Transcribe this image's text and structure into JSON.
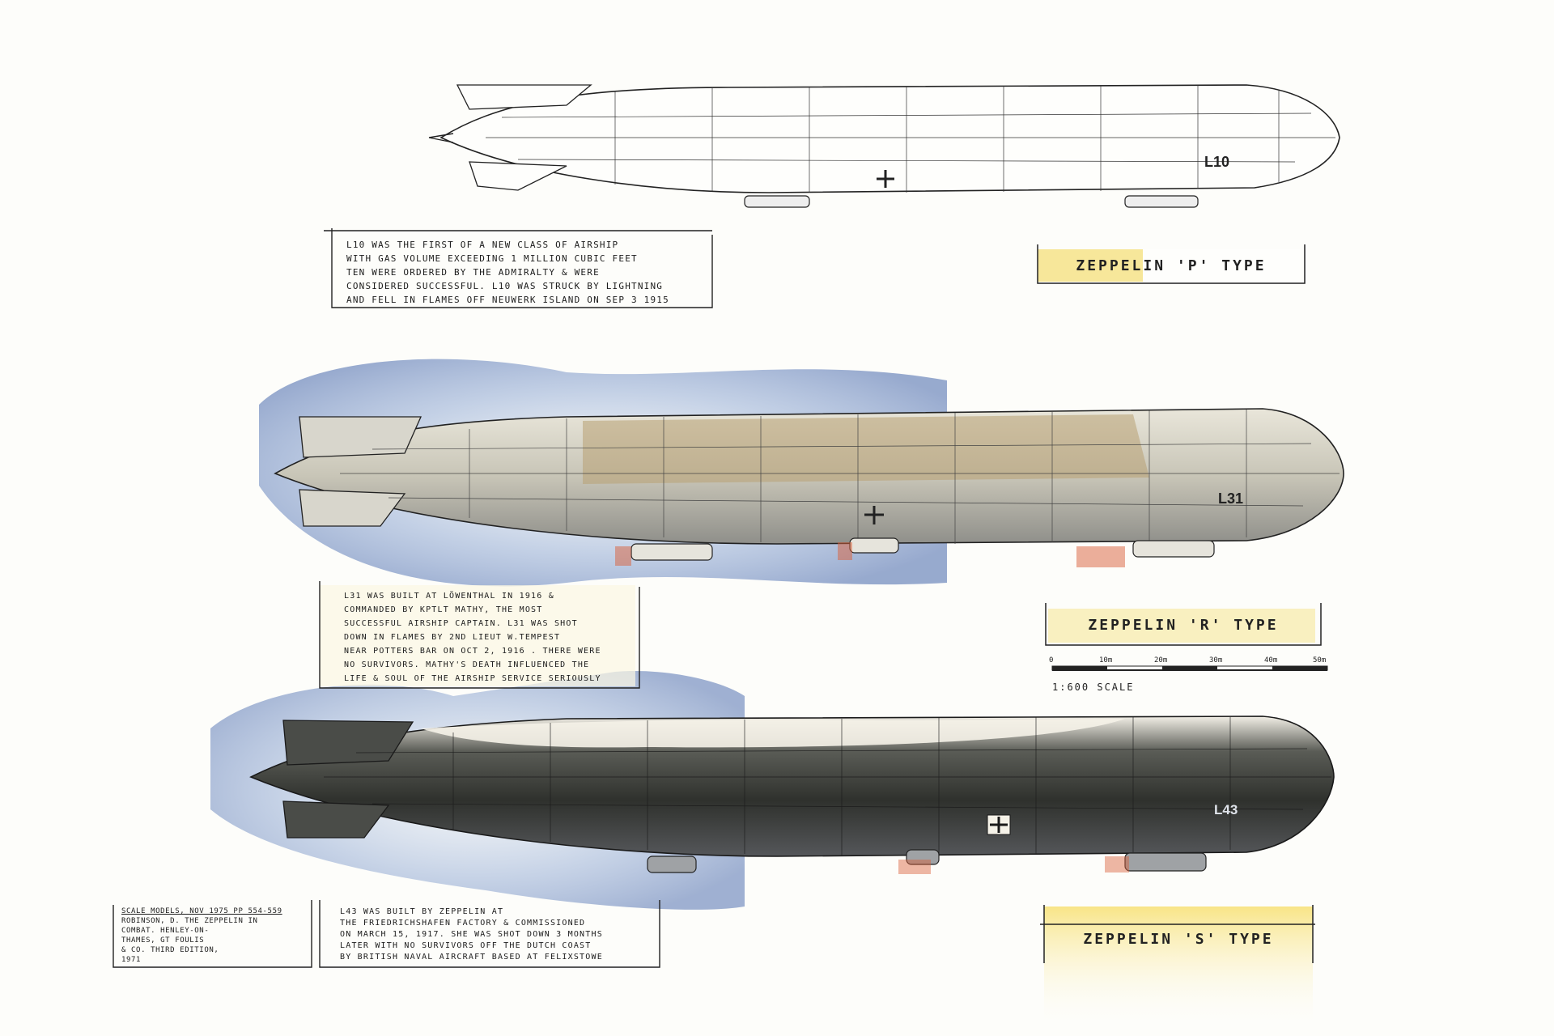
{
  "airships": {
    "p": {
      "marking": "L10"
    },
    "r": {
      "marking": "L31"
    },
    "s": {
      "marking": "L43"
    }
  },
  "titles": {
    "p": "ZEPPELIN 'P' TYPE",
    "r": "ZEPPELIN 'R' TYPE",
    "s": "ZEPPELIN 'S' TYPE"
  },
  "notes": {
    "p": [
      "L10 WAS THE FIRST OF A NEW CLASS OF AIRSHIP",
      "WITH GAS VOLUME EXCEEDING 1 MILLION CUBIC FEET",
      "TEN WERE ORDERED BY THE ADMIRALTY & WERE",
      "CONSIDERED SUCCESSFUL. L10 WAS STRUCK BY LIGHTNING",
      "AND FELL IN FLAMES OFF NEUWERK ISLAND ON SEP 3 1915"
    ],
    "r": [
      "L31 WAS BUILT AT LÖWENTHAL IN 1916 &",
      "COMMANDED BY KPTLT MATHY, THE MOST",
      "SUCCESSFUL AIRSHIP CAPTAIN. L31 WAS SHOT",
      "DOWN IN FLAMES BY 2ND LIEUT W.TEMPEST",
      "NEAR POTTERS BAR ON OCT 2, 1916 . THERE WERE",
      "NO SURVIVORS. MATHY'S DEATH INFLUENCED THE",
      "LIFE & SOUL OF THE AIRSHIP SERVICE SERIOUSLY"
    ],
    "s": [
      "L43 WAS BUILT BY ZEPPELIN AT",
      "THE FRIEDRICHSHAFEN FACTORY & COMMISSIONED",
      "ON MARCH 15, 1917. SHE WAS SHOT DOWN 3 MONTHS",
      "LATER WITH NO SURVIVORS OFF THE DUTCH COAST",
      "BY BRITISH NAVAL AIRCRAFT BASED AT FELIXSTOWE"
    ],
    "references": [
      "SCALE MODELS, NOV 1975 PP 554-559",
      "ROBINSON, D. THE ZEPPELIN IN",
      "COMBAT. HENLEY-ON-",
      "THAMES, GT FOULIS",
      "& CO. THIRD EDITION,",
      "1971"
    ]
  },
  "scale": {
    "ticks": [
      "0",
      "10m",
      "20m",
      "30m",
      "40m",
      "50m"
    ],
    "caption": "1:600 SCALE"
  },
  "colors": {
    "ink": "#1c1c1c",
    "paper": "#fdfdfa",
    "title_yellow": "#f7e79a",
    "sky_blue": "#3b5fa8",
    "r_hull": "#c9c6b8",
    "r_panels": "#b8a173",
    "s_hull": "#3a3c38",
    "accent_red": "#d9603a"
  }
}
